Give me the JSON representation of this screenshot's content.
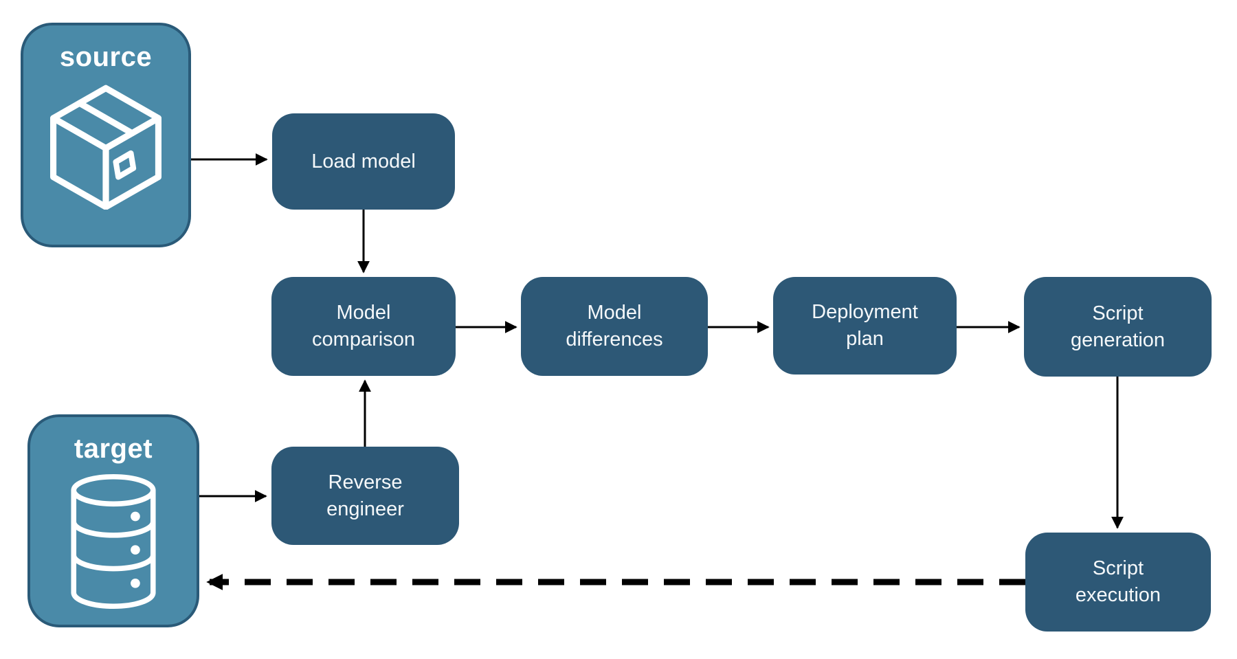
{
  "entities": {
    "source": {
      "label": "source",
      "icon": "package-icon"
    },
    "target": {
      "label": "target",
      "icon": "database-icon"
    }
  },
  "nodes": {
    "load_model": {
      "label": "Load model"
    },
    "model_comparison": {
      "label": "Model\ncomparison"
    },
    "model_differences": {
      "label": "Model\ndifferences"
    },
    "deployment_plan": {
      "label": "Deployment\nplan"
    },
    "script_generation": {
      "label": "Script\ngeneration"
    },
    "reverse_engineer": {
      "label": "Reverse\nengineer"
    },
    "script_execution": {
      "label": "Script\nexecution"
    }
  },
  "connections": [
    {
      "from": "source",
      "to": "load_model",
      "style": "solid"
    },
    {
      "from": "load_model",
      "to": "model_comparison",
      "style": "solid"
    },
    {
      "from": "model_comparison",
      "to": "model_differences",
      "style": "solid"
    },
    {
      "from": "model_differences",
      "to": "deployment_plan",
      "style": "solid"
    },
    {
      "from": "deployment_plan",
      "to": "script_generation",
      "style": "solid"
    },
    {
      "from": "script_generation",
      "to": "script_execution",
      "style": "solid"
    },
    {
      "from": "target",
      "to": "reverse_engineer",
      "style": "solid"
    },
    {
      "from": "reverse_engineer",
      "to": "model_comparison",
      "style": "solid"
    },
    {
      "from": "script_execution",
      "to": "target",
      "style": "dashed"
    }
  ],
  "colors": {
    "entity_fill": "#4A8AA8",
    "entity_border": "#2A5A78",
    "node_fill": "#2D5876",
    "label_text": "#FFFFFF",
    "arrow": "#000000",
    "background": "#FFFFFF"
  }
}
